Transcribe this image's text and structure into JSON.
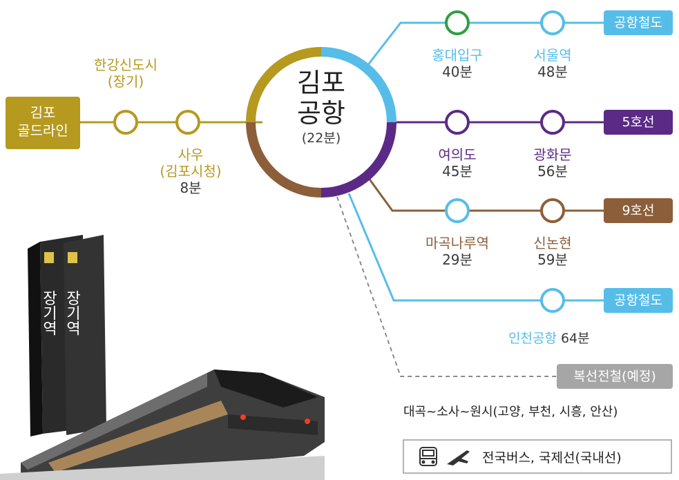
{
  "colors": {
    "gold": "#b6991f",
    "airport": "#56bde9",
    "line5": "#5b2a86",
    "line9": "#8c5e3a",
    "green": "#2f9e44",
    "gray_tag": "#a6a6a6",
    "text_dark": "#3a3a3a"
  },
  "hub": {
    "line1": "김포",
    "line2": "공항",
    "time": "(22분)"
  },
  "gold_line": {
    "badge_line1": "김포",
    "badge_line2": "골드라인",
    "station1": {
      "name1": "한강신도시",
      "name2": "(장기)"
    },
    "station2": {
      "name1": "사우",
      "name2": "(김포시청)",
      "time": "8분"
    }
  },
  "branches": {
    "airport_top": {
      "tag": "공항철도",
      "stations": [
        {
          "name": "홍대입구",
          "time": "40분"
        },
        {
          "name": "서울역",
          "time": "48분"
        }
      ]
    },
    "line5": {
      "tag": "5호선",
      "stations": [
        {
          "name": "여의도",
          "time": "45분"
        },
        {
          "name": "광화문",
          "time": "56분"
        }
      ]
    },
    "line9": {
      "tag": "9호선",
      "stations": [
        {
          "name": "마곡나루역",
          "time": "29분"
        },
        {
          "name": "신논현",
          "time": "59분"
        }
      ]
    },
    "airport_bottom": {
      "tag": "공항철도",
      "station": {
        "name": "인천공항",
        "time": "64분"
      }
    },
    "planned": {
      "tag": "복선전철(예정)",
      "route": "대곡~소사~원시(고양, 부천, 시흥, 안산)"
    }
  },
  "bottom_box": {
    "text": "전국버스, 국제선(국내선)",
    "icons": [
      "bus-icon",
      "airplane-icon"
    ]
  },
  "train_image": {
    "pillar_text_front": "장기역",
    "pillar_text_back": "장기역"
  }
}
